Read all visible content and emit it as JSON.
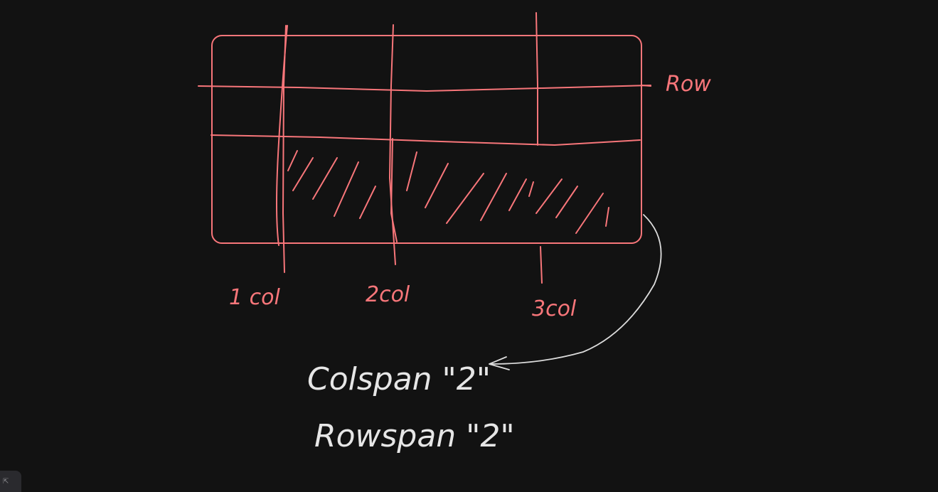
{
  "labels": {
    "row": "Row",
    "col1": "1 col",
    "col2": "2col",
    "col3": "3col",
    "colspan": "Colspan \"2\"",
    "rowspan": "Rowspan \"2\""
  },
  "colors": {
    "background": "#121212",
    "sketch": "#f8767a",
    "annotation": "#dcdcdc"
  },
  "icons": {
    "corner": "expand-icon"
  }
}
